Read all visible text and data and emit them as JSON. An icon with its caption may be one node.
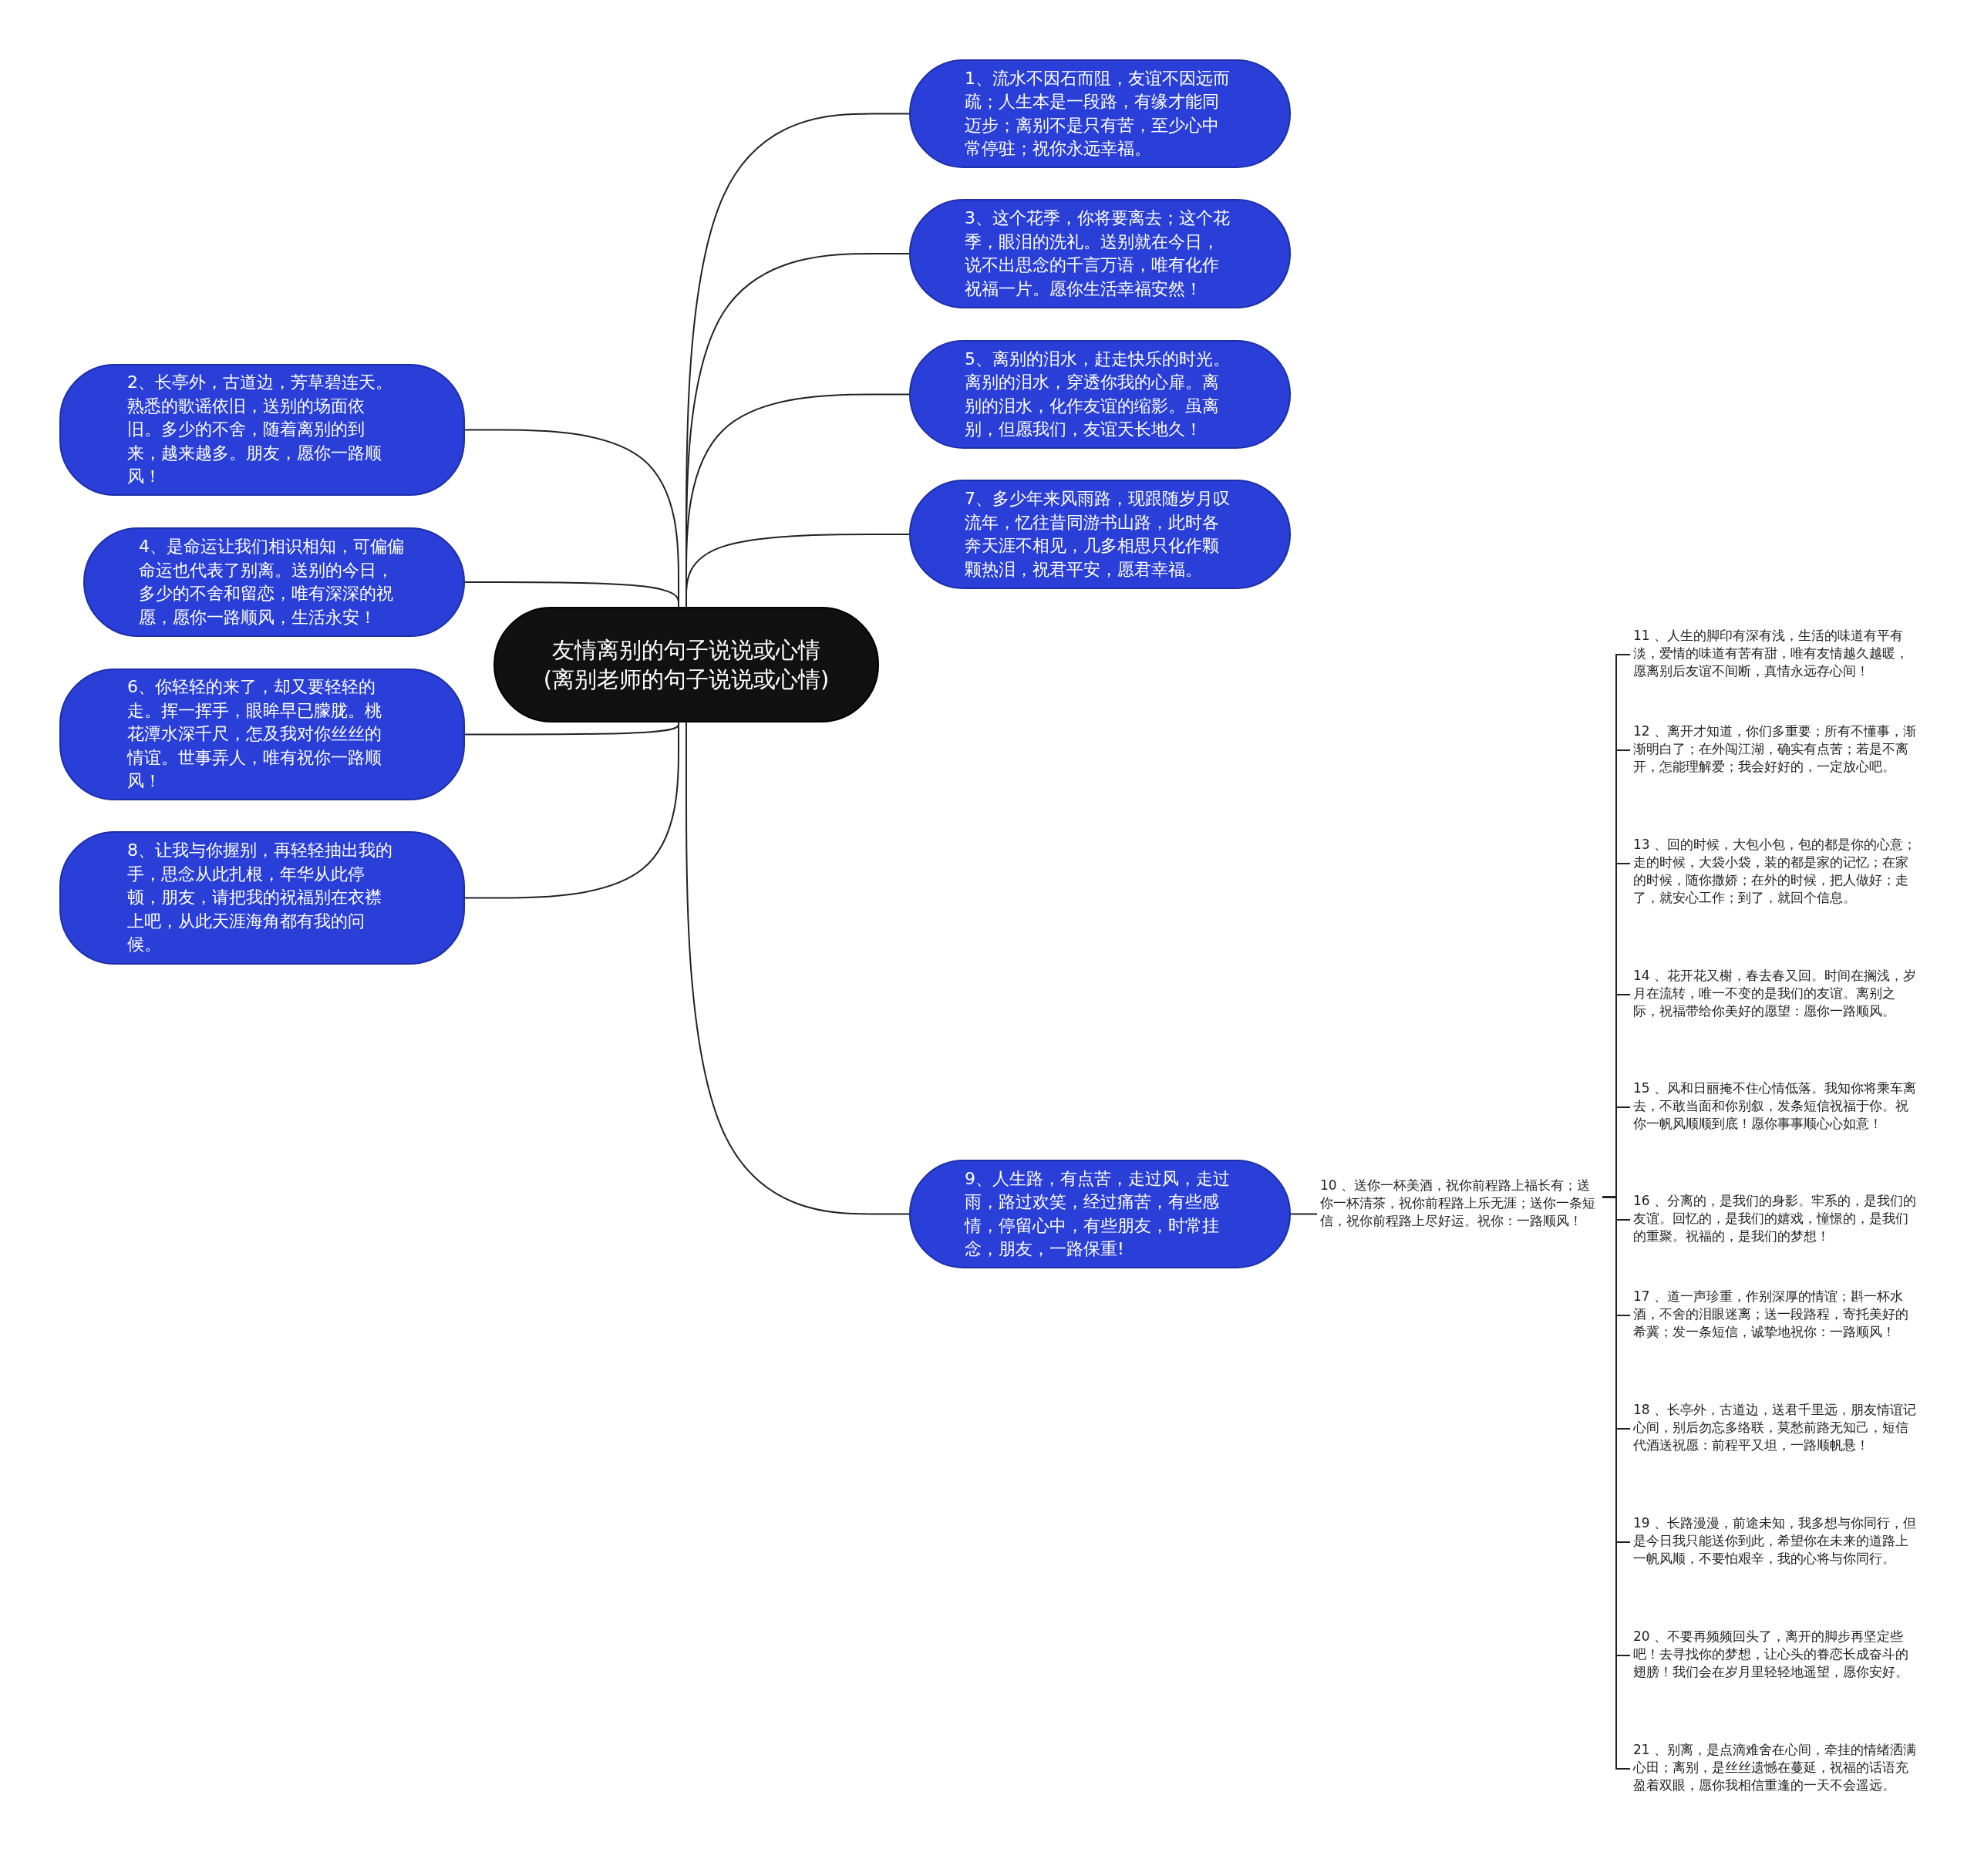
{
  "diagram": {
    "nodes": [
      {
        "text": [
          "友情离别的句子说说或心情(离别老师的句子说说或心情)"
        ]
      },
      {
        "text": [
          "1、流水不因石而阻，友谊不因远而疏；人生本是一段路，有缘才能同迈步；离别不是只有苦，至少心中常停驻；祝你永远幸福。"
        ]
      },
      {
        "text": [
          "2、长亭外，古道边，芳草碧连天。熟悉的歌谣依旧，送别的场面依旧。多少的不舍，随着离别的到来，越来越多。朋友，愿你一路顺风！"
        ]
      },
      {
        "text": [
          "3、这个花季，你将要离去；这个花季，眼泪的洗礼。送别就在今日，说不出思念的千言万语，唯有化作祝福一片。愿你生活幸福安然！"
        ]
      },
      {
        "text": [
          "4、是命运让我们相识相知，可偏偏命运也代表了别离。送别的今日，多少的不舍和留恋，唯有深深的祝愿，愿你一路顺风，生活永安！"
        ]
      },
      {
        "text": [
          "5、离别的泪水，赶走快乐的时光。离别的泪水，穿透你我的心扉。离别的泪水，化作友谊的缩影。虽离别，但愿我们，友谊天长地久！"
        ]
      },
      {
        "text": [
          "6、你轻轻的来了，却又要轻轻的走。挥一挥手，眼眸早已朦胧。桃花潭水深千尺，怎及我对你丝丝的情谊。世事弄人，唯有祝你一路顺风！"
        ]
      },
      {
        "text": [
          "7、多少年来风雨路，现跟随岁月叹流年，忆往昔同游书山路，此时各奔天涯不相见，几多相思只化作颗颗热泪，祝君平安，愿君幸福。"
        ]
      },
      {
        "text": [
          "8、让我与你握别，再轻轻抽出我的手，思念从此扎根，年华从此停顿，朋友，请把我的祝福别在衣襟上吧，从此天涯海角都有我的问候。"
        ]
      },
      {
        "text": [
          "9、人生路，有点苦，走过风，走过雨，路过欢笑，经过痛苦，有些感情，停留心中，有些朋友，时常挂念，朋友，一路保重!"
        ]
      },
      {
        "text": [
          "10 、送你一杯美酒，祝你前程路上福长有；送你一杯清茶，祝你前程路上乐无涯；送你一条短信，祝你前程路上尽好运。祝你：一路顺风！"
        ]
      },
      {
        "text": [
          "11 、人生的脚印有深有浅，生活的味道有平有淡，爱情的味道有苦有甜，唯有友情越久越暖，愿离别后友谊不间断，真情永远存心间！"
        ]
      },
      {
        "text": [
          "12 、离开才知道，你们多重要；所有不懂事，渐渐明白了；在外闯江湖，确实有点苦；若是不离开，怎能理解爱；我会好好的，一定放心吧。"
        ]
      },
      {
        "text": [
          "13 、回的时候，大包小包，包的都是你的心意；走的时候，大袋小袋，装的都是家的记忆；在家的时候，随你撒娇；在外的时候，把人做好；走了，就安心工作；到了，就回个信息。"
        ]
      },
      {
        "text": [
          "14 、花开花又榭，春去春又回。时间在搁浅，岁月在流转，唯一不变的是我们的友谊。离别之际，祝福带给你美好的愿望：愿你一路顺风。"
        ]
      },
      {
        "text": [
          "15 、风和日丽掩不住心情低落。我知你将乘车离去，不敢当面和你别叙，发条短信祝福于你。祝你一帆风顺顺到底！愿你事事顺心心如意！"
        ]
      },
      {
        "text": [
          "16 、分离的，是我们的身影。牢系的，是我们的友谊。回忆的，是我们的嬉戏，憧憬的，是我们的重聚。祝福的，是我们的梦想！"
        ]
      },
      {
        "text": [
          "17 、道一声珍重，作别深厚的情谊；斟一杯水酒，不舍的泪眼迷离；送一段路程，寄托美好的希冀；发一条短信，诚挚地祝你：一路顺风！"
        ]
      },
      {
        "text": [
          "18 、长亭外，古道边，送君千里远，朋友情谊记心间，别后勿忘多络联，莫愁前路无知己，短信代酒送祝愿：前程平又坦，一路顺帆悬！"
        ]
      },
      {
        "text": [
          "19 、长路漫漫，前途未知，我多想与你同行，但是今日我只能送你到此，希望你在未来的道路上一帆风顺，不要怕艰辛，我的心将与你同行。"
        ]
      },
      {
        "text": [
          "20 、不要再频频回头了，离开的脚步再坚定些吧！去寻找你的梦想，让心头的眷恋长成奋斗的翅膀！我们会在岁月里轻轻地遥望，愿你安好。"
        ]
      },
      {
        "text": [
          "21 、别离，是点滴难舍在心间，牵挂的情绪洒满心田；离别，是丝丝遗憾在蔓延，祝福的话语充盈着双眼，愿你我相信重逢的一天不会遥远。"
        ]
      }
    ],
    "edges": [
      {
        "from": 0,
        "to": 1,
        "arrow": "none"
      },
      {
        "from": 0,
        "to": 2,
        "arrow": "none"
      },
      {
        "from": 0,
        "to": 3,
        "arrow": "none"
      },
      {
        "from": 0,
        "to": 4,
        "arrow": "none"
      },
      {
        "from": 0,
        "to": 5,
        "arrow": "none"
      },
      {
        "from": 0,
        "to": 6,
        "arrow": "none"
      },
      {
        "from": 0,
        "to": 7,
        "arrow": "none"
      },
      {
        "from": 0,
        "to": 8,
        "arrow": "none"
      },
      {
        "from": 0,
        "to": 9,
        "arrow": "none"
      },
      {
        "from": 9,
        "to": 10,
        "arrow": "none"
      },
      {
        "from": 10,
        "to": 11,
        "arrow": "none"
      },
      {
        "from": 10,
        "to": 12,
        "arrow": "none"
      },
      {
        "from": 10,
        "to": 13,
        "arrow": "none"
      },
      {
        "from": 10,
        "to": 14,
        "arrow": "none"
      },
      {
        "from": 10,
        "to": 15,
        "arrow": "none"
      },
      {
        "from": 10,
        "to": 16,
        "arrow": "none"
      },
      {
        "from": 10,
        "to": 17,
        "arrow": "none"
      },
      {
        "from": 10,
        "to": 18,
        "arrow": "none"
      },
      {
        "from": 10,
        "to": 19,
        "arrow": "none"
      },
      {
        "from": 10,
        "to": 20,
        "arrow": "none"
      },
      {
        "from": 10,
        "to": 21,
        "arrow": "none"
      }
    ]
  }
}
